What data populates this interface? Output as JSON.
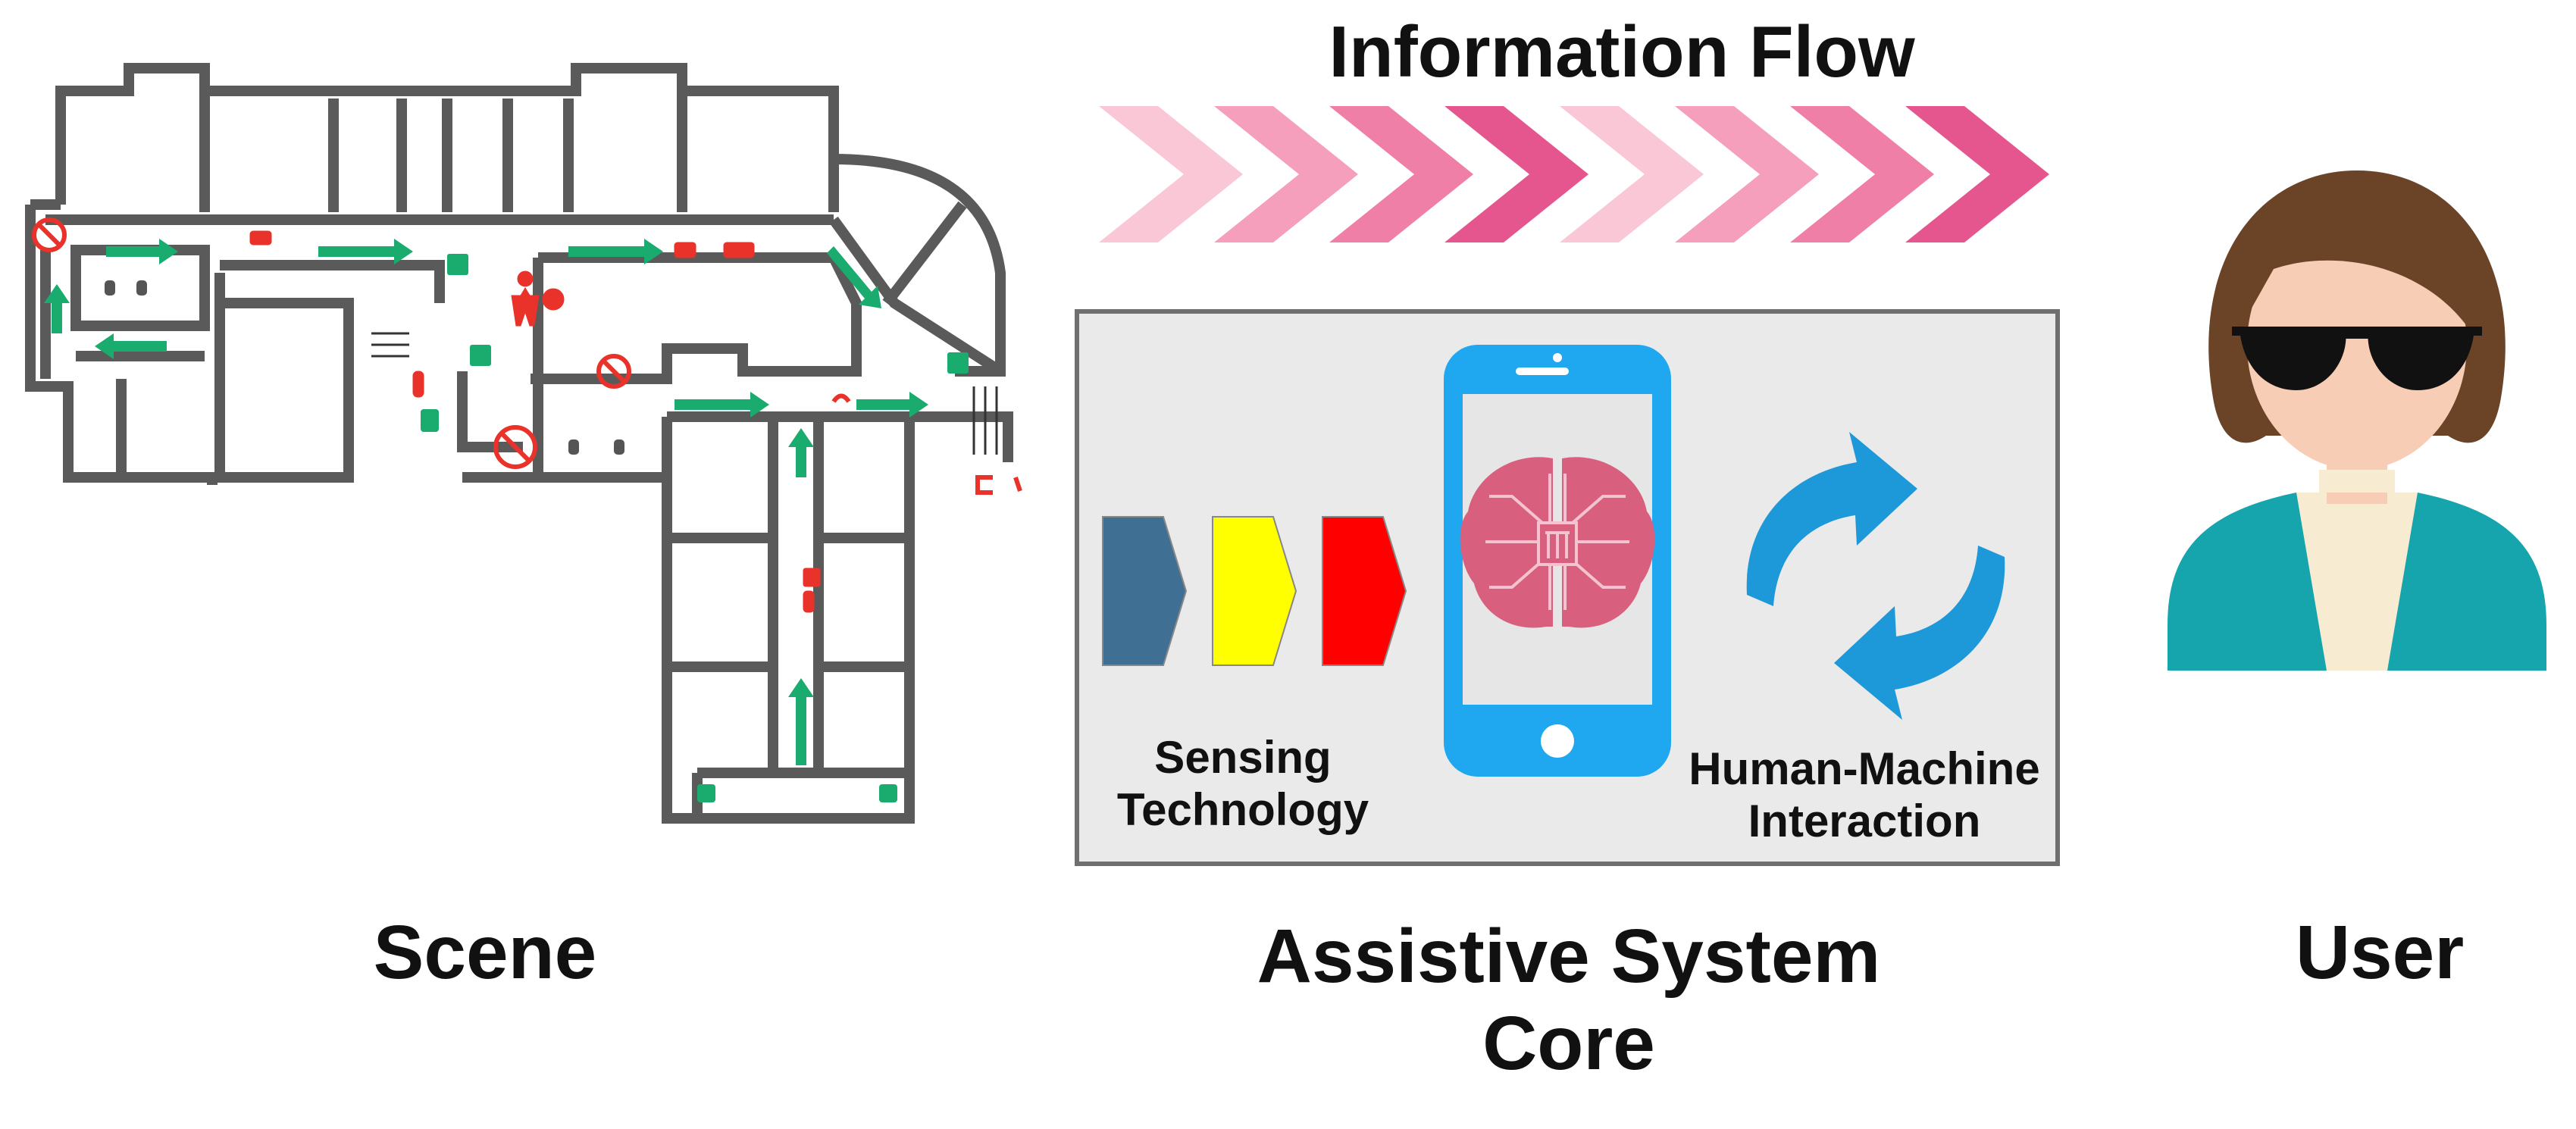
{
  "title": "Information Flow",
  "sections": {
    "scene": "Scene",
    "core": "Assistive System Core",
    "user": "User"
  },
  "core_components": {
    "sensing": "Sensing Technology",
    "hmi": "Human-Machine Interaction"
  },
  "colors": {
    "flow_chevrons": [
      "#f9c7d6",
      "#f59fbd",
      "#f07fa8",
      "#e5558e",
      "#f9c7d6",
      "#f59fbd",
      "#f07fa8",
      "#e5558e"
    ],
    "sensing_blocks": [
      "#3f6f92",
      "#ffff00",
      "#ff0000"
    ],
    "phone": "#1fa7ef",
    "brain": "#d8607e",
    "sync_arrows": "#1d98d8",
    "floorplan_walls": "#5a5a5a",
    "exit_arrows": "#1aab6f",
    "fire_equipment": "#e8322a",
    "user_hair": "#6b4327",
    "user_jacket": "#17a5ad",
    "user_skin": "#f8cdb6"
  },
  "icons": {
    "flow": "chevron-arrow-icon",
    "sensing": "sensor-block-icon",
    "phone": "smartphone-icon",
    "brain": "ai-brain-icon",
    "interaction": "sync-arrows-icon",
    "user": "visually-impaired-user-icon",
    "exit": "exit-sign-icon",
    "fire": "fire-extinguisher-icon"
  }
}
